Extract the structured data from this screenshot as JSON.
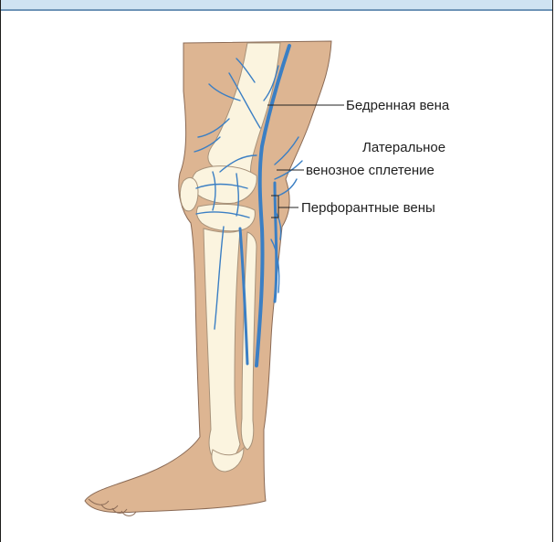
{
  "colors": {
    "skin": "#ddb592",
    "skin_outline": "#8a6a55",
    "bone": "#fbf4df",
    "bone_outline": "#a7927a",
    "vein": "#3b7fc4",
    "header": "#cfe3f2",
    "header_border": "#6f94b7",
    "label": "#1f1f1f"
  },
  "labels": {
    "femoral_vein": "Бедренная вена",
    "lateral_plexus_line1": "Латеральное",
    "lateral_plexus_line2": "венозное сплетение",
    "perforating_veins": "Перфорантные вены"
  }
}
